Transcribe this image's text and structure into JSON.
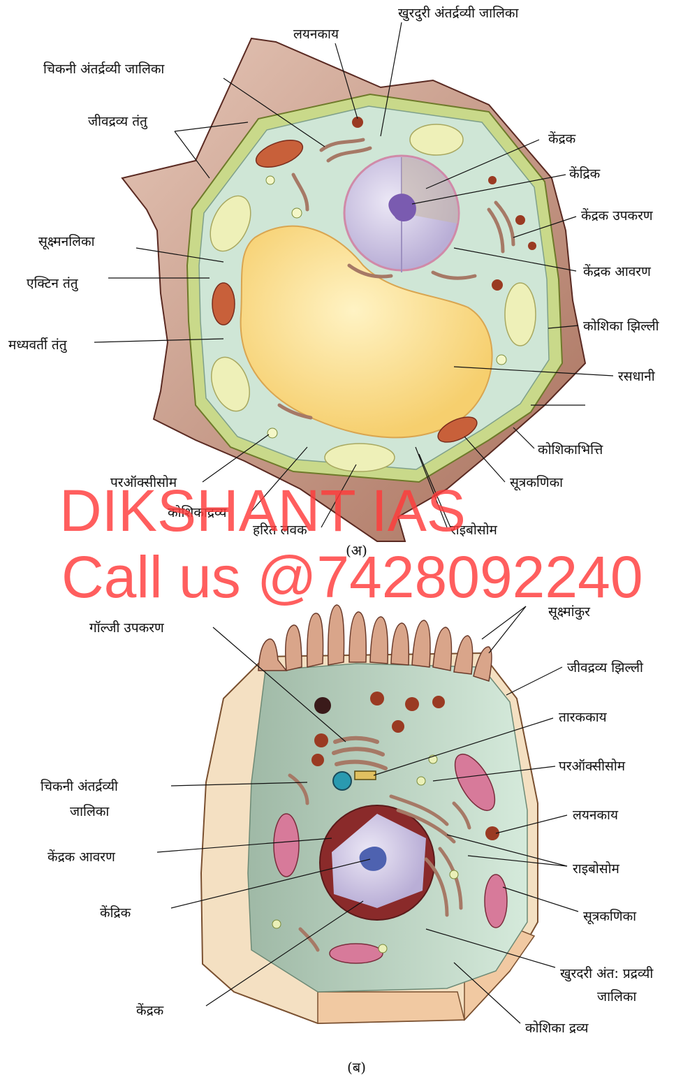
{
  "diagram_a": {
    "caption": "(अ)",
    "labels": {
      "lysosome": "लयनकाय",
      "rough_er": "खुरदुरी अंतर्द्रव्यी जालिका",
      "smooth_er": "चिकनी अंतर्द्रव्यी जालिका",
      "plasmodesmata": "जीवद्रव्य तंतु",
      "nucleus": "केंद्रक",
      "nucleolus": "केंद्रिक",
      "golgi": "केंद्रक उपकरण",
      "microtubule": "सूक्ष्मनलिका",
      "nuclear_envelope": "केंद्रक आवरण",
      "actin": "एक्टिन तंतु",
      "cell_membrane": "कोशिका झिल्ली",
      "intermediate_filament": "मध्यवर्ती तंतु",
      "vacuole": "रसधानी",
      "cell_wall": "कोशिकाभित्ति",
      "peroxisome": "परऑक्सीसोम",
      "mitochondria": "सूत्रकणिका",
      "cytoplasm": "कोशिकाद्रव्य",
      "chloroplast": "हरित लवक",
      "ribosome": "राइबोसोम"
    }
  },
  "diagram_b": {
    "caption": "(ब)",
    "labels": {
      "microvilli": "सूक्ष्मांकुर",
      "golgi": "गॉल्जी उपकरण",
      "plasma_membrane": "जीवद्रव्य झिल्ली",
      "centrosome": "तारककाय",
      "peroxisome": "परऑक्सीसोम",
      "smooth_er_1": "चिकनी अंतर्द्रव्यी",
      "smooth_er_2": "जालिका",
      "lysosome": "लयनकाय",
      "nuclear_envelope": "केंद्रक आवरण",
      "ribosome": "राइबोसोम",
      "nucleolus": "केंद्रिक",
      "mitochondria": "सूत्रकणिका",
      "rough_er_1": "खुरदरी अंत: प्रद्रव्यी",
      "rough_er_2": "जालिका",
      "nucleus": "केंद्रक",
      "cytoplasm": "कोशिका द्रव्य"
    }
  },
  "watermark": {
    "line1": "DIKSHANT IAS",
    "line2": "Call us @7428092240"
  },
  "colors": {
    "wall_brown": "#b98a78",
    "wall_dark": "#6b2a2a",
    "membrane_green": "#c9d98a",
    "cytoplasm": "#cfe6d6",
    "vacuole": "#fbd98a",
    "chloroplast": "#eef0b8",
    "nucleus": "#d6d0ea",
    "watermark": "#ff3b3b"
  }
}
